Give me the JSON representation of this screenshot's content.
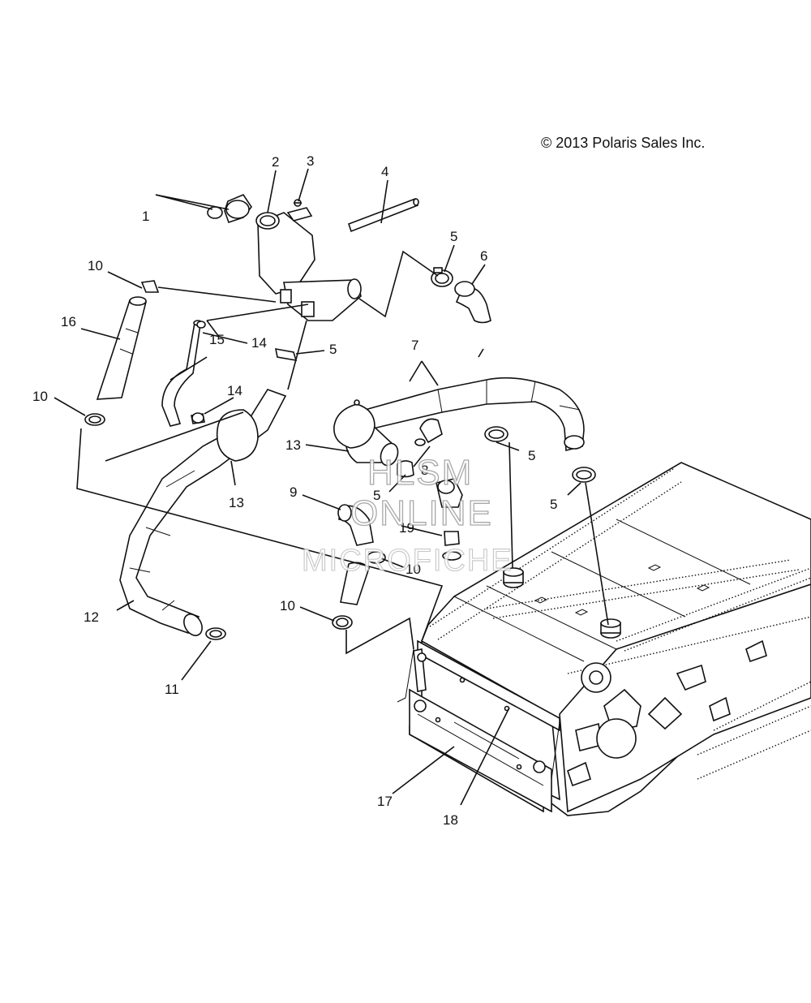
{
  "copyright": "© 2013 Polaris Sales Inc.",
  "watermark": {
    "line1": "HLSM",
    "line2": "ONLINE",
    "line3": "MICROFICHE"
  },
  "callouts": {
    "c1": "1",
    "c2": "2",
    "c3": "3",
    "c4": "4",
    "c5a": "5",
    "c6": "6",
    "c10a": "10",
    "c16": "16",
    "c14a": "14",
    "c15": "15",
    "c5b": "5",
    "c14b": "14",
    "c10b": "10",
    "c7": "7",
    "c13a": "13",
    "c13b": "13",
    "c8": "8",
    "c5c": "5",
    "c5d": "5",
    "c5e": "5",
    "c9": "9",
    "c19": "19",
    "c10c": "10",
    "c12": "12",
    "c10d": "10",
    "c11": "11",
    "c17": "17",
    "c18": "18"
  }
}
